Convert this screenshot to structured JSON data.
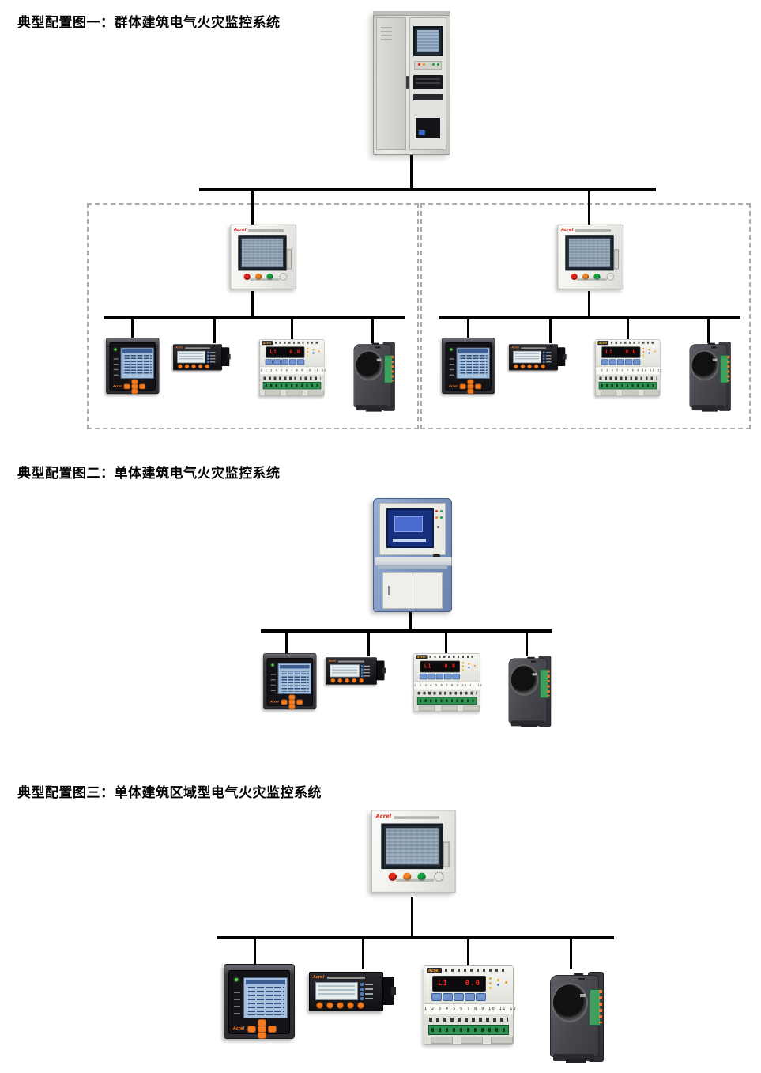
{
  "document": {
    "background": "#ffffff",
    "sections": [
      {
        "title": "典型配置图一：群体建筑电气火灾监控系统"
      },
      {
        "title": "典型配置图二：单体建筑电气火灾监控系统"
      },
      {
        "title": "典型配置图三：单体建筑区域型电气火灾监控系统"
      }
    ]
  },
  "brand": {
    "logo_text": "Acrel"
  },
  "din_module": {
    "display_left": "L1",
    "display_right": "0.0",
    "terminal_row": "1 2 3 4 5 6 7 8 9 10 11 12"
  },
  "colors": {
    "connector_line": "#000000",
    "group_dash_border": "#ababab",
    "brand_red": "#d42a18",
    "accent_orange": "#f37b1f",
    "led_display_red": "#ff2416",
    "indicator_red": "#e52616",
    "indicator_orange": "#f5821e",
    "indicator_green": "#14a03c",
    "lcd_blue": "#a6c0dc",
    "terminal_green": "#2f9152",
    "din_button_blue": "#6f94cf",
    "kiosk_blue": "#7e96bf"
  }
}
